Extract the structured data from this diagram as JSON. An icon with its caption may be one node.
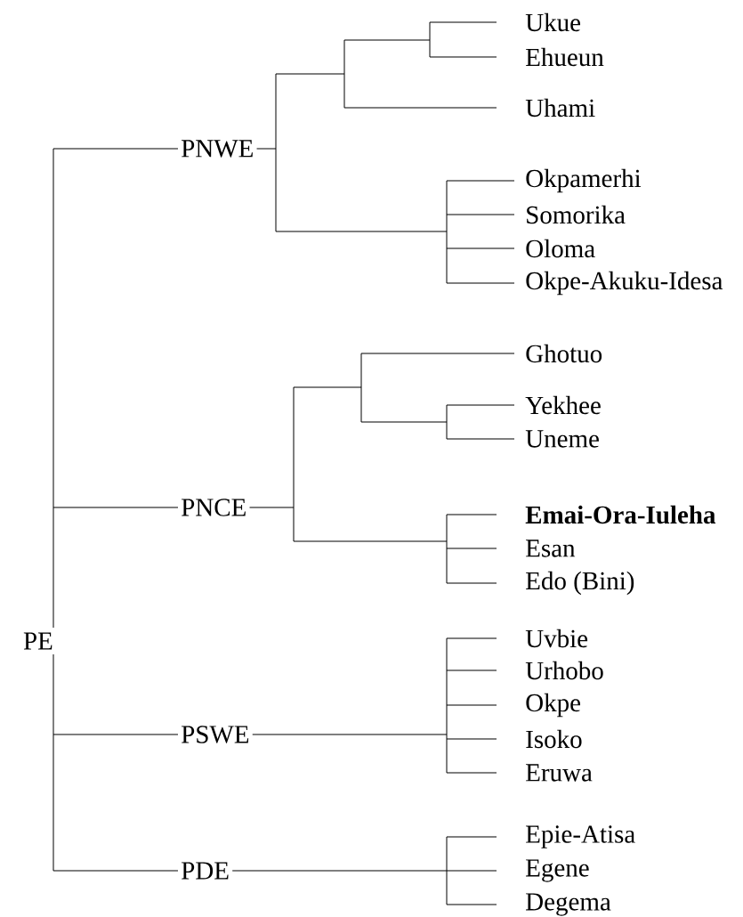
{
  "diagram": {
    "nodes": [
      {
        "text": [
          "PE"
        ]
      },
      {
        "text": [
          "PNWE"
        ]
      },
      {
        "text": [
          "Ukue"
        ]
      },
      {
        "text": [
          "Ehueun"
        ]
      },
      {
        "text": [
          "Uhami"
        ]
      },
      {
        "text": [
          "Okpamerhi"
        ]
      },
      {
        "text": [
          "Somorika"
        ]
      },
      {
        "text": [
          "Oloma"
        ]
      },
      {
        "text": [
          "Okpe-Akuku-Idesa"
        ]
      },
      {
        "text": [
          "PNCE"
        ]
      },
      {
        "text": [
          "Ghotuo"
        ]
      },
      {
        "text": [
          "Yekhee"
        ]
      },
      {
        "text": [
          "Uneme"
        ]
      },
      {
        "text": [
          "Emai-Ora-Iuleha"
        ]
      },
      {
        "text": [
          "Esan"
        ]
      },
      {
        "text": [
          "Edo (Bini)"
        ]
      },
      {
        "text": [
          "PSWE"
        ]
      },
      {
        "text": [
          "Uvbie"
        ]
      },
      {
        "text": [
          "Urhobo"
        ]
      },
      {
        "text": [
          "Okpe"
        ]
      },
      {
        "text": [
          "Isoko"
        ]
      },
      {
        "text": [
          "Eruwa"
        ]
      },
      {
        "text": [
          "PDE"
        ]
      },
      {
        "text": [
          "Epie-Atisa"
        ]
      },
      {
        "text": [
          "Egene"
        ]
      },
      {
        "text": [
          "Degema"
        ]
      }
    ],
    "edges": [
      {
        "from": 0,
        "to": 1,
        "arrow": "none"
      },
      {
        "from": 0,
        "to": 9,
        "arrow": "none"
      },
      {
        "from": 0,
        "to": 16,
        "arrow": "none"
      },
      {
        "from": 0,
        "to": 22,
        "arrow": "none"
      },
      {
        "from": 1,
        "to": 2,
        "arrow": "none"
      },
      {
        "from": 1,
        "to": 3,
        "arrow": "none"
      },
      {
        "from": 1,
        "to": 4,
        "arrow": "none"
      },
      {
        "from": 1,
        "to": 5,
        "arrow": "none"
      },
      {
        "from": 1,
        "to": 6,
        "arrow": "none"
      },
      {
        "from": 1,
        "to": 7,
        "arrow": "none"
      },
      {
        "from": 1,
        "to": 8,
        "arrow": "none"
      },
      {
        "from": 9,
        "to": 10,
        "arrow": "none"
      },
      {
        "from": 9,
        "to": 11,
        "arrow": "none"
      },
      {
        "from": 9,
        "to": 12,
        "arrow": "none"
      },
      {
        "from": 9,
        "to": 13,
        "arrow": "none"
      },
      {
        "from": 9,
        "to": 14,
        "arrow": "none"
      },
      {
        "from": 9,
        "to": 15,
        "arrow": "none"
      },
      {
        "from": 16,
        "to": 17,
        "arrow": "none"
      },
      {
        "from": 16,
        "to": 18,
        "arrow": "none"
      },
      {
        "from": 16,
        "to": 19,
        "arrow": "none"
      },
      {
        "from": 16,
        "to": 20,
        "arrow": "none"
      },
      {
        "from": 16,
        "to": 21,
        "arrow": "none"
      },
      {
        "from": 22,
        "to": 23,
        "arrow": "none"
      },
      {
        "from": 22,
        "to": 24,
        "arrow": "none"
      },
      {
        "from": 22,
        "to": 25,
        "arrow": "none"
      }
    ]
  }
}
